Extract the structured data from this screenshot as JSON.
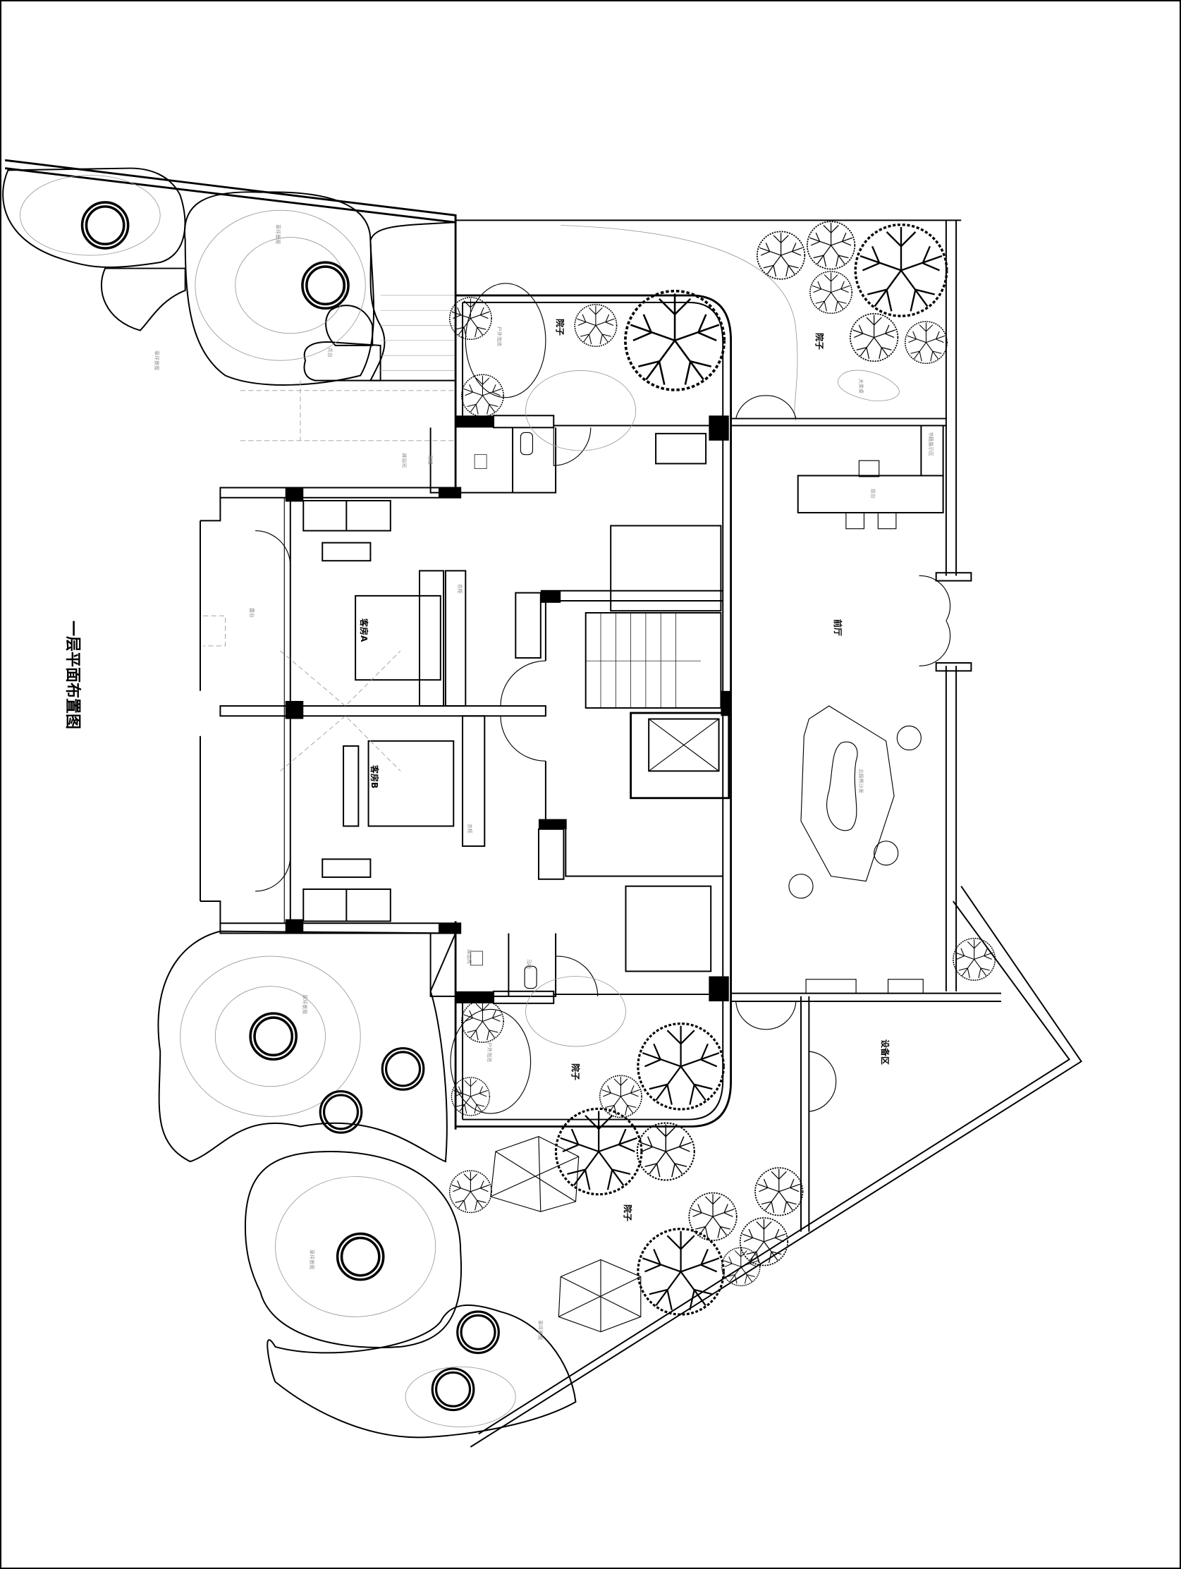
{
  "title": "一层平面布置图",
  "labels": {
    "courtyard": "院子",
    "outdoor_pool": "户外泡池",
    "planter": "花台",
    "lawn": "草坪景观",
    "shower": "淋浴间",
    "toilet": "马桶",
    "reception_desk": "前台",
    "book_display": "书籍展示区",
    "tea_table": "大茶桌",
    "guest_room_a": "客房A",
    "guest_room_b": "客房B",
    "wardrobe": "衣柜",
    "terrace": "露台",
    "lobby": "前厅",
    "polar_bear_sofa": "北极熊沙发",
    "equipment_area": "设备区"
  },
  "colors": {
    "line": "#000000",
    "hatch": "#999999",
    "background": "#ffffff"
  }
}
